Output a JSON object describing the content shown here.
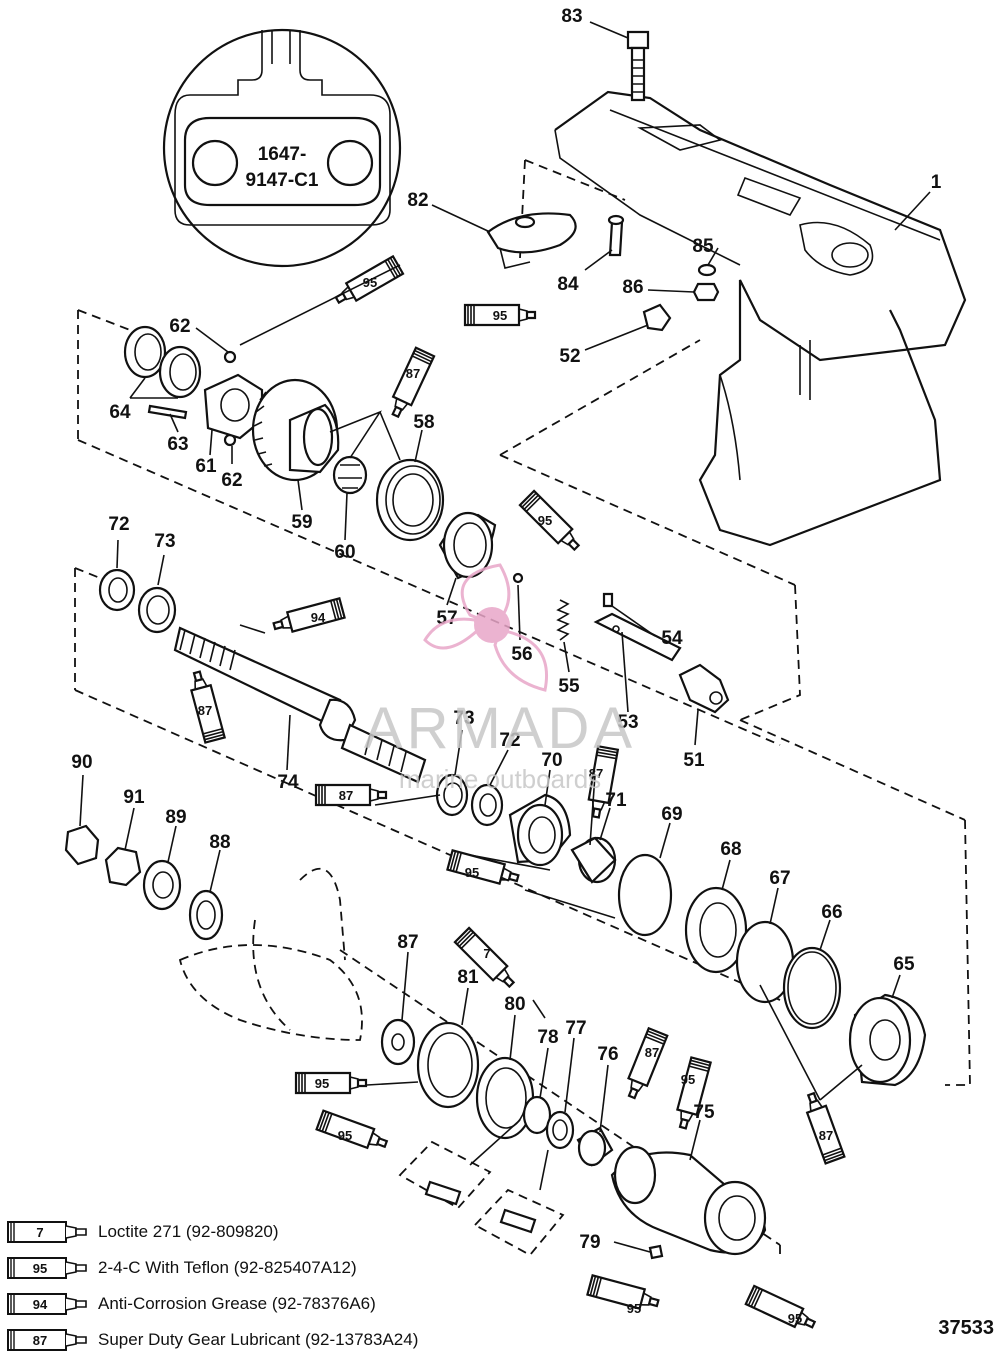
{
  "inset": {
    "line1": "1647-",
    "line2": "9147-C1"
  },
  "parts": [
    {
      "n": "83"
    },
    {
      "n": "1"
    },
    {
      "n": "82"
    },
    {
      "n": "84"
    },
    {
      "n": "85"
    },
    {
      "n": "86"
    },
    {
      "n": "52"
    },
    {
      "n": "62"
    },
    {
      "n": "64"
    },
    {
      "n": "63"
    },
    {
      "n": "61"
    },
    {
      "n": "62"
    },
    {
      "n": "59"
    },
    {
      "n": "60"
    },
    {
      "n": "58"
    },
    {
      "n": "57"
    },
    {
      "n": "56"
    },
    {
      "n": "55"
    },
    {
      "n": "54"
    },
    {
      "n": "53"
    },
    {
      "n": "51"
    },
    {
      "n": "72"
    },
    {
      "n": "73"
    },
    {
      "n": "74"
    },
    {
      "n": "73"
    },
    {
      "n": "72"
    },
    {
      "n": "70"
    },
    {
      "n": "71"
    },
    {
      "n": "69"
    },
    {
      "n": "68"
    },
    {
      "n": "67"
    },
    {
      "n": "66"
    },
    {
      "n": "65"
    },
    {
      "n": "90"
    },
    {
      "n": "91"
    },
    {
      "n": "89"
    },
    {
      "n": "88"
    },
    {
      "n": "87"
    },
    {
      "n": "81"
    },
    {
      "n": "80"
    },
    {
      "n": "78"
    },
    {
      "n": "77"
    },
    {
      "n": "76"
    },
    {
      "n": "75"
    },
    {
      "n": "79"
    }
  ],
  "tubes": [
    {
      "n": "95"
    },
    {
      "n": "95"
    },
    {
      "n": "87"
    },
    {
      "n": "95"
    },
    {
      "n": "94"
    },
    {
      "n": "87"
    },
    {
      "n": "87"
    },
    {
      "n": "87"
    },
    {
      "n": "95"
    },
    {
      "n": "7"
    },
    {
      "n": "95"
    },
    {
      "n": "87"
    },
    {
      "n": "95"
    },
    {
      "n": "95"
    },
    {
      "n": "87"
    },
    {
      "n": "95"
    },
    {
      "n": "95"
    }
  ],
  "legend": [
    {
      "code": "7",
      "text": "Loctite 271 (92-809820)"
    },
    {
      "code": "95",
      "text": "2-4-C  With Teflon (92-825407A12)"
    },
    {
      "code": "94",
      "text": "Anti-Corrosion Grease (92-78376A6)"
    },
    {
      "code": "87",
      "text": "Super Duty Gear Lubricant (92-13783A24)"
    }
  ],
  "figure_number": "37533",
  "watermark": {
    "brand": "ARMADA",
    "tagline": "marine outboards"
  },
  "colors": {
    "ink": "#111111",
    "watermark_pink": "#e8a6c8",
    "watermark_gray": "#c7c7c7"
  }
}
